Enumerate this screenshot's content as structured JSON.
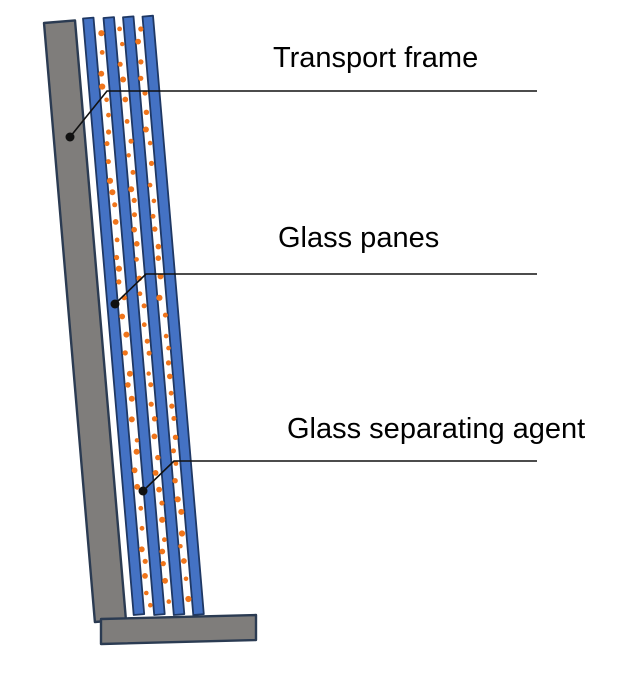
{
  "labels": {
    "transport_frame": "Transport frame",
    "glass_panes": "Glass panes",
    "glass_separating_agent": "Glass separating agent"
  },
  "colors": {
    "background": "#ffffff",
    "glass_blue": "#4472c4",
    "glass_border": "#1f3864",
    "frame_gray": "#7f7d7b",
    "frame_border": "#2b3b52",
    "agent_orange": "#f0751b",
    "leader": "#111111",
    "text": "#000000"
  }
}
